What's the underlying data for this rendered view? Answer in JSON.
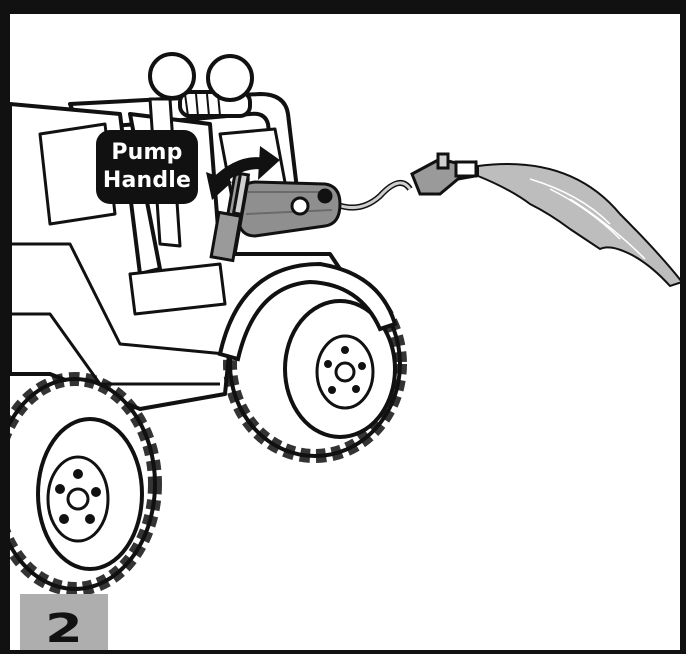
{
  "callout": {
    "line1": "Pump",
    "line2": "Handle"
  },
  "step": {
    "number": "2"
  },
  "colors": {
    "outline": "#111111",
    "step_box": "#aeaeae",
    "tank_shade": "#8f8f8f",
    "spray": "#bdbdbd"
  },
  "icons": {
    "rotate_arrow": "curved-double-arrow-icon"
  }
}
